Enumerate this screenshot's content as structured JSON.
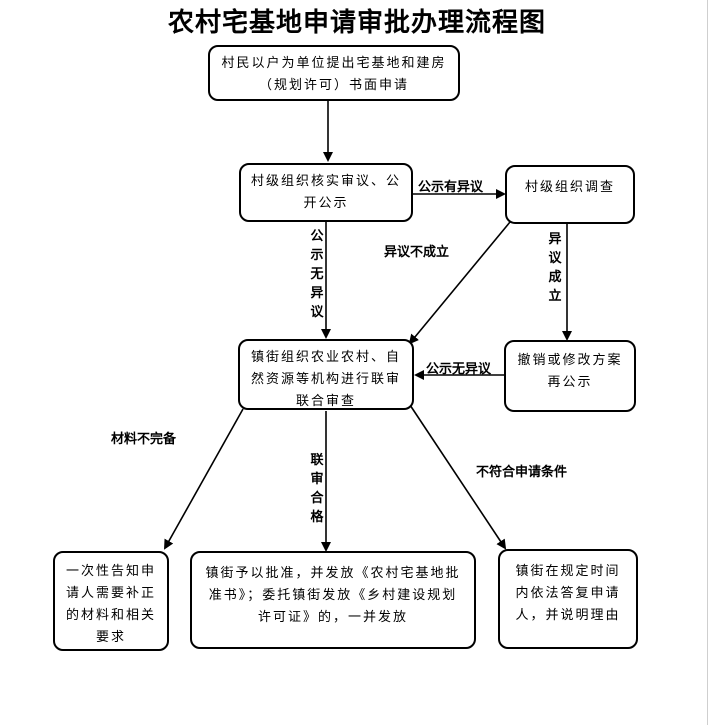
{
  "title": "农村宅基地申请审批办理流程图",
  "boxes": {
    "apply": "村民以户为单位提出宅基地和建房（规划许可）书面申请",
    "village_review": "村级组织核实审议、公开公示",
    "village_investigate": "村级组织调查",
    "revoke": "撤销或修改方案再公示",
    "joint_review": "镇街组织农业农村、自然资源等机构进行联审联合审查",
    "notify": "一次性告知申请人需要补正的材料和相关要求",
    "approve": "镇街予以批准，并发放《农村宅基地批准书》；委托镇街发放《乡村建设规划许可证》的，一并发放",
    "reply": "镇街在规定时间内依法答复申请人，并说明理由"
  },
  "labels": {
    "objection": "公示有异议",
    "no_objection_vertical": "公示无异议",
    "objection_invalid": "异议不成立",
    "objection_valid": "异议成立",
    "no_objection_horizontal": "公示无异议",
    "incomplete": "材料不完备",
    "review_passed": "联审合格",
    "not_qualified": "不符合申请条件"
  }
}
